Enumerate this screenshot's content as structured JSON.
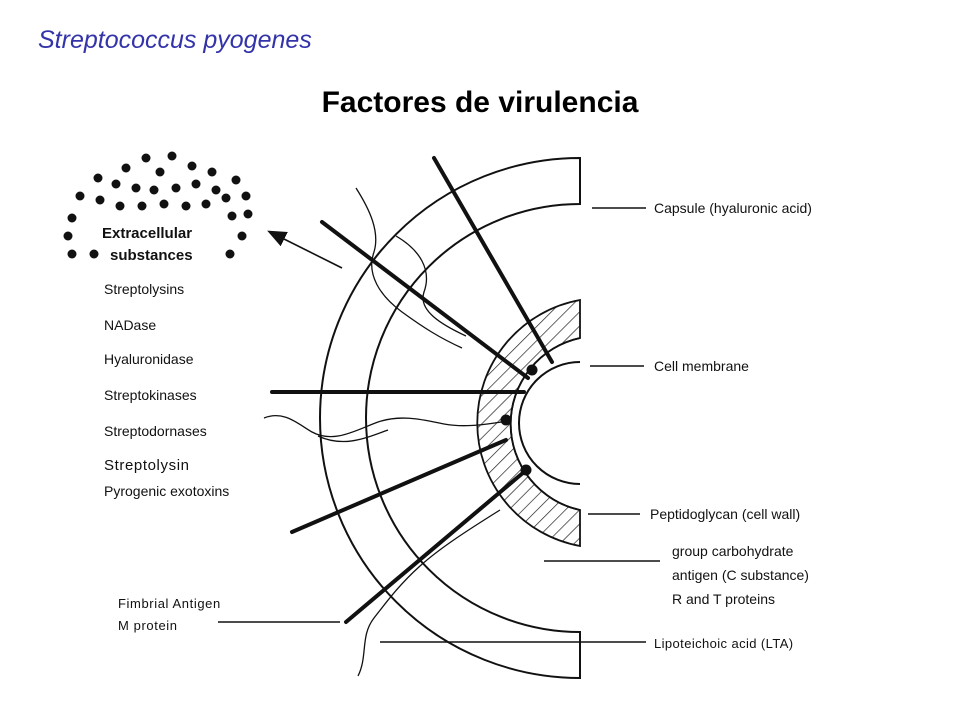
{
  "header": {
    "species": "Streptococcus pyogenes",
    "title": "Factores de virulencia"
  },
  "extracellular": {
    "heading_line1": "Extracellular",
    "heading_line2": "substances",
    "items": [
      "Streptolysins",
      "NADase",
      "Hyaluronidase",
      "Streptokinases",
      "Streptodornases",
      "Streptolysin",
      "Pyrogenic exotoxins"
    ]
  },
  "labels": {
    "capsule": "Capsule  (hyaluronic acid)",
    "cell_membrane": "Cell membrane",
    "peptidoglycan": "Peptidoglycan (cell wall)",
    "group_carb_1": "group carbohydrate",
    "group_carb_2": "antigen (C substance)",
    "rt_proteins": "R and T proteins",
    "fimbrial": "Fimbrial Antigen",
    "m_protein": "M protein",
    "lta": "Lipoteichoic acid (LTA)"
  }
}
